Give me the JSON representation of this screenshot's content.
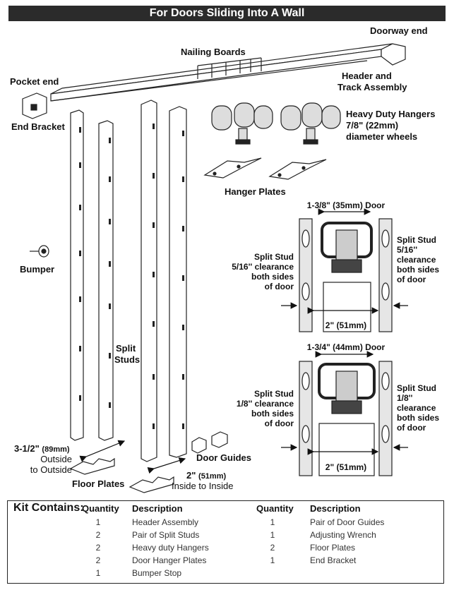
{
  "title": "For Doors Sliding Into A Wall",
  "labels": {
    "doorway_end": "Doorway end",
    "nailing_boards": "Nailing Boards",
    "pocket_end": "Pocket end",
    "header_track_1": "Header and",
    "header_track_2": "Track Assembly",
    "end_bracket": "End Bracket",
    "hangers_1": "Heavy Duty Hangers",
    "hangers_2": "7/8\" (22mm)",
    "hangers_3": "diameter wheels",
    "hanger_plates": "Hanger Plates",
    "bumper": "Bumper",
    "split_studs_1": "Split",
    "split_studs_2": "Studs",
    "outside_dim": "3-1/2\"",
    "outside_mm": "(89mm)",
    "outside_1": "Outside",
    "outside_2": "to Outside",
    "floor_plates": "Floor Plates",
    "inside_dim": "2\"",
    "inside_mm": "(51mm)",
    "inside_text": "Inside to Inside",
    "door_guides": "Door Guides"
  },
  "detail_top": {
    "door": "1-3/8\" (35mm) Door",
    "left_1": "Split Stud",
    "left_2": "5/16'' clearance",
    "left_3": "both sides",
    "left_4": "of door",
    "right_1": "Split Stud",
    "right_2": "5/16''",
    "right_3": "clearance",
    "right_4": "both sides",
    "right_5": "of door",
    "gap": "2\" (51mm)"
  },
  "detail_bottom": {
    "door": "1-3/4\" (44mm) Door",
    "left_1": "Split Stud",
    "left_2": "1/8'' clearance",
    "left_3": "both sides",
    "left_4": "of door",
    "right_1": "Split Stud",
    "right_2": "1/8''",
    "right_3": "clearance",
    "right_4": "both sides",
    "right_5": "of door",
    "gap": "2\" (51mm)"
  },
  "kit": {
    "title": "Kit Contains:",
    "quantity_header": "Quantity",
    "description_header": "Description",
    "quantity_header_2": "Quantity",
    "description_header_2": "Description",
    "left_rows": [
      {
        "qty": "1",
        "desc": "Header Assembly"
      },
      {
        "qty": "2",
        "desc": "Pair of Split Studs"
      },
      {
        "qty": "2",
        "desc": "Heavy duty Hangers"
      },
      {
        "qty": "2",
        "desc": "Door Hanger Plates"
      },
      {
        "qty": "1",
        "desc": "Bumper Stop"
      }
    ],
    "right_rows": [
      {
        "qty": "1",
        "desc": "Pair of Door Guides"
      },
      {
        "qty": "1",
        "desc": "Adjusting Wrench"
      },
      {
        "qty": "2",
        "desc": "Floor Plates"
      },
      {
        "qty": "1",
        "desc": "End Bracket"
      }
    ]
  }
}
